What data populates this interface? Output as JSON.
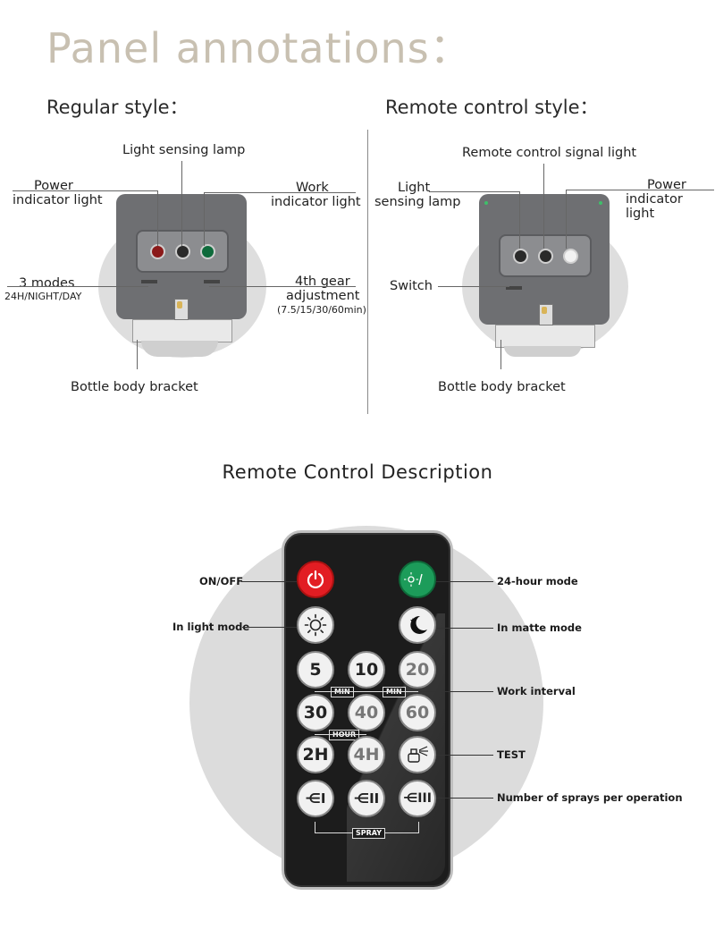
{
  "page_title": "Panel annotations：",
  "regular": {
    "heading": "Regular style：",
    "light_sensing": "Light sensing lamp",
    "power_1": "Power",
    "power_2": "indicator light",
    "work_1": "Work",
    "work_2": "indicator light",
    "modes_1": "3 modes",
    "modes_2": "24H/NIGHT/DAY",
    "gear_1": "4th gear",
    "gear_2": "adjustment",
    "gear_3": "(7.5/15/30/60min)",
    "bracket": "Bottle body bracket",
    "colors": {
      "power_dot": "#8b1a1a",
      "sensor_dot": "#2a2a2a",
      "work_dot": "#0f6b3c"
    }
  },
  "remote_style": {
    "heading": "Remote control style：",
    "signal": "Remote control signal light",
    "light_1": "Light",
    "light_2": "sensing lamp",
    "power_1": "Power",
    "power_2": "indicator light",
    "switch": "Switch",
    "bracket": "Bottle body bracket"
  },
  "remote": {
    "heading": "Remote Control Description",
    "labels": {
      "onoff": "ON/OFF",
      "light_mode": "In light mode",
      "h24": "24-hour mode",
      "matte": "In matte mode",
      "interval": "Work interval",
      "test": "TEST",
      "sprays": "Number of sprays per operation"
    },
    "buttons": {
      "b5": "5",
      "b10": "10",
      "b20": "20",
      "b30": "30",
      "b40": "40",
      "b60": "60",
      "b2h": "2H",
      "b4h": "4H",
      "s1": "⋲I",
      "s2": "⋲II",
      "s3": "⋲III"
    },
    "tags": {
      "min1": "MIN",
      "min2": "MIN",
      "hour": "HOUR",
      "spray": "SPRAY"
    },
    "icons": {
      "power": "power-icon",
      "sun_moon": "sun-moon-icon",
      "sun": "sun-icon",
      "moon": "moon-icon",
      "test": "spray-test-icon"
    },
    "colors": {
      "power_btn": "#e21d23",
      "h24_btn": "#1c9c5a",
      "body": "#1c1c1c"
    }
  }
}
